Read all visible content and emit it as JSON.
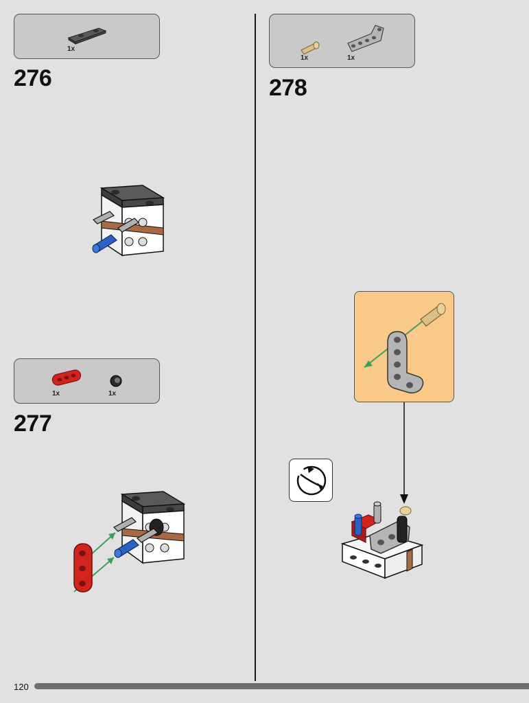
{
  "page": {
    "number": "120"
  },
  "steps": [
    {
      "number": "276",
      "parts": [
        {
          "qty": "1x",
          "icon": "dark-gray-plate-icon"
        }
      ]
    },
    {
      "number": "277",
      "parts": [
        {
          "qty": "1x",
          "icon": "red-beam-icon"
        },
        {
          "qty": "1x",
          "icon": "black-bush-icon"
        }
      ]
    },
    {
      "number": "278",
      "parts": [
        {
          "qty": "1x",
          "icon": "tan-pin-icon"
        },
        {
          "qty": "1x",
          "icon": "gray-angled-beam-icon"
        }
      ]
    }
  ],
  "icons": {
    "rotate": "rotate-model-icon"
  },
  "colors": {
    "background": "#e1e1e1",
    "parts_box": "#c9c9c9",
    "callout": "#f9c98a",
    "arrow_green": "#3aa15a",
    "brick_red": "#d3231d",
    "brick_blue": "#2a62c4",
    "brick_tan": "#d9c089",
    "brick_gray": "#a7a7a7",
    "brick_dark": "#4b4b4b"
  }
}
